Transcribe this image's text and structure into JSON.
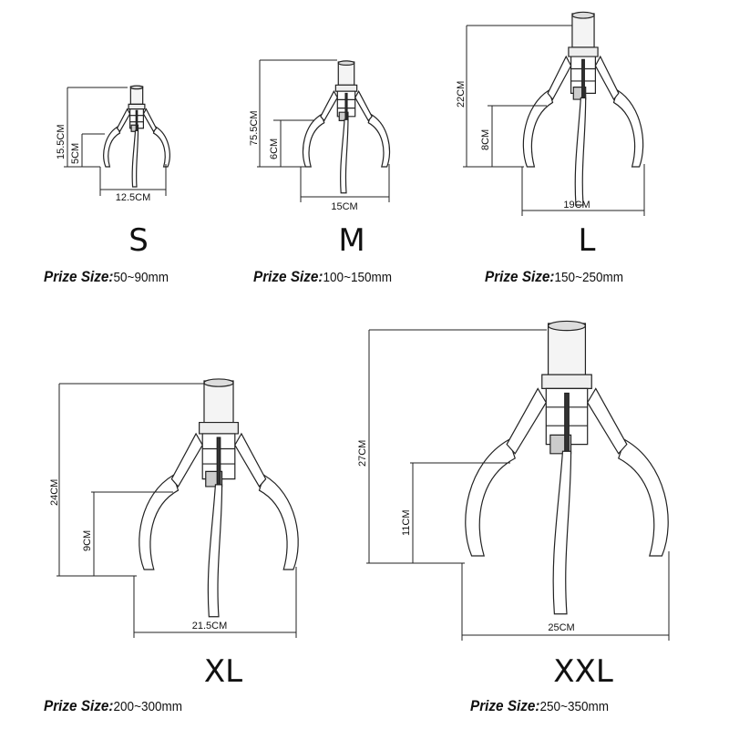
{
  "prize_label": "Prize Size:",
  "claws": [
    {
      "size": "S",
      "height": "15.5CM",
      "finger": "5CM",
      "width": "12.5CM",
      "prize": "50~90mm"
    },
    {
      "size": "M",
      "height": "75.5CM",
      "finger": "6CM",
      "width": "15CM",
      "prize": "100~150mm"
    },
    {
      "size": "L",
      "height": "22CM",
      "finger": "8CM",
      "width": "19CM",
      "prize": "150~250mm"
    },
    {
      "size": "XL",
      "height": "24CM",
      "finger": "9CM",
      "width": "21.5CM",
      "prize": "200~300mm"
    },
    {
      "size": "XXL",
      "height": "27CM",
      "finger": "11CM",
      "width": "25CM",
      "prize": "250~350mm"
    }
  ]
}
